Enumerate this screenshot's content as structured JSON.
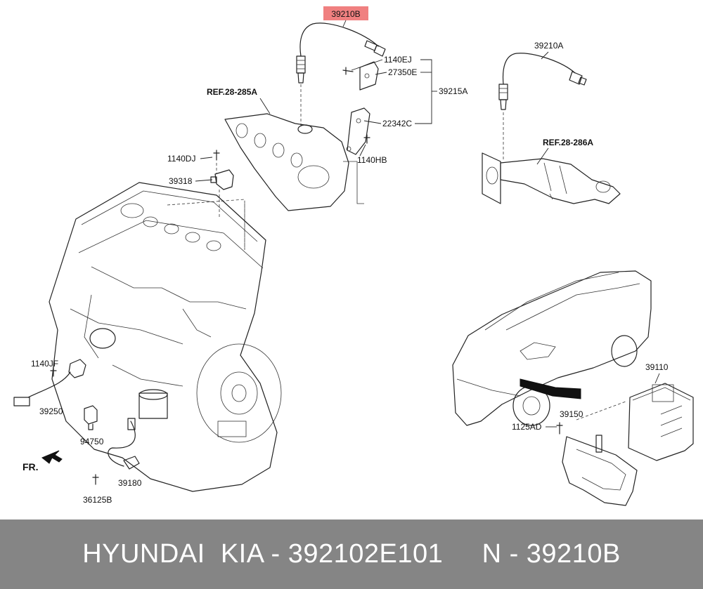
{
  "parts": {
    "p39210B": "39210B",
    "p1140EJ": "1140EJ",
    "p27350E": "27350E",
    "p39215A": "39215A",
    "p22342C": "22342C",
    "p1140HB": "1140HB",
    "pref285": "REF.28-285A",
    "p1140DJ": "1140DJ",
    "p39318": "39318",
    "p39210A": "39210A",
    "pref286": "REF.28-286A",
    "p39110": "39110",
    "p39150": "39150",
    "p1125AD": "1125AD",
    "p1140JF": "1140JF",
    "p39250": "39250",
    "p94750": "94750",
    "p39180": "39180",
    "p36125B": "36125B",
    "pfr": "FR."
  },
  "highlight": {
    "part": "39210B",
    "color": "#f08080"
  },
  "footer": {
    "text": "HYUNDAI  KIA - 392102E101     N - 39210B"
  },
  "colors": {
    "footer_bg": "#858585",
    "footer_text": "#ffffff"
  }
}
